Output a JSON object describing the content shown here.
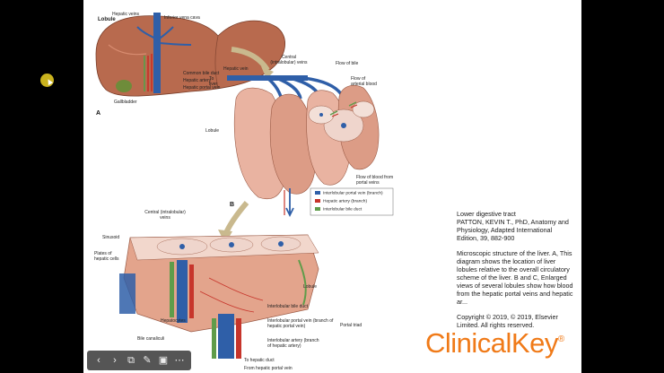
{
  "labels": {
    "lobule": "Lobule",
    "hepatic_veins": "Hepatic veins",
    "inferior_vena_cava": "Inferior vena cava",
    "common_bile_duct": "Common bile duct",
    "hepatic_artery": "Hepatic artery",
    "hepatic_portal_vein": "Hepatic portal vein",
    "gallbladder": "Gallbladder",
    "letter_a": "A",
    "central_veins": "Central (intralobular) veins",
    "hepatic_vein": "Hepatic vein",
    "to_liver": "To liver",
    "flow_of_bile": "Flow of bile",
    "flow_of_arterial_blood": "Flow of arterial blood",
    "lobule_b": "Lobule",
    "flow_of_blood_portal": "Flow of blood from portal veins",
    "letter_b": "B",
    "central_veins_c": "Central (intralobular) veins",
    "sinusoid": "Sinusoid",
    "plates_hepatic_cells": "Plates of hepatic cells",
    "lobule_c": "Lobule",
    "interlobular_bile_duct": "Interlobular bile duct",
    "interlobular_portal_vein": "Interlobular portal vein (branch of hepatic portal vein)",
    "interlobular_artery": "Interlobular artery (branch of hepatic artery)",
    "portal_triad": "Portal triad",
    "hepatocytes": "Hepatocytes",
    "bile_canaliculi": "Bile canaliculi",
    "to_hepatic_duct": "To hepatic duct",
    "from_hepatic_portal_vein": "From hepatic portal vein"
  },
  "legend": [
    {
      "label": "Interlobular portal vein (branch)",
      "color": "#2f5fa8"
    },
    {
      "label": "Hepatic artery (branch)",
      "color": "#c7352b"
    },
    {
      "label": "Interlobular bile duct",
      "color": "#5f9c4a"
    }
  ],
  "caption": {
    "source_title": "Lower digestive tract",
    "authors": "PATTON, KEVIN T., PhD, Anatomy and Physiology, Adapted International Edition, 39, 882-900",
    "description": "Microscopic structure of the liver. A, This diagram shows the location of liver lobules relative to the overall circulatory scheme of the liver. B and C, Enlarged views of several lobules show how blood from the hepatic portal veins and hepatic ar...",
    "copyright": "Copyright © 2019, © 2019, Elsevier Limited. All rights reserved."
  },
  "brand": {
    "name": "ClinicalKey",
    "mark": "®"
  },
  "toolbar": {
    "icons": [
      "back-icon",
      "forward-icon",
      "copy-icon",
      "pencil-icon",
      "present-icon",
      "more-icon"
    ],
    "glyphs": [
      "‹",
      "›",
      "⧉",
      "✎",
      "▣",
      "⋯"
    ]
  },
  "colors": {
    "vein_blue": "#2f5fa8",
    "artery_red": "#c7352b",
    "bile_green": "#5f9c4a",
    "liver": "#b86a4e",
    "brand_orange": "#f07a18"
  }
}
